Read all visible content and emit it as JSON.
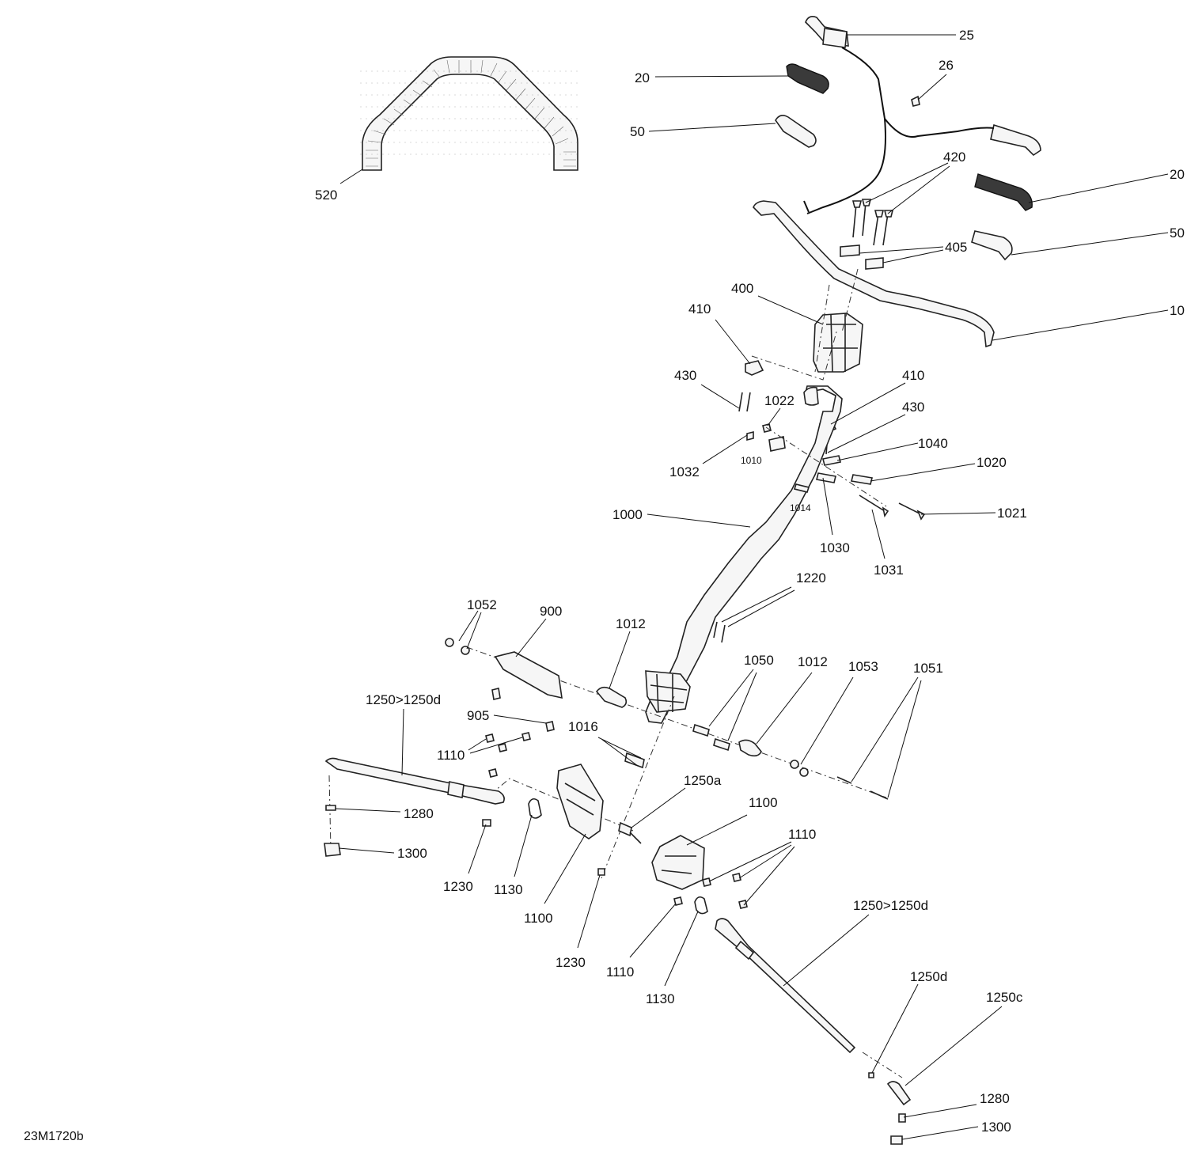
{
  "drawing_ref": "23M1720b",
  "parts": [
    {
      "id": "p25",
      "label": "25"
    },
    {
      "id": "p26",
      "label": "26"
    },
    {
      "id": "p20a",
      "label": "20"
    },
    {
      "id": "p20b",
      "label": "20"
    },
    {
      "id": "p50a",
      "label": "50"
    },
    {
      "id": "p50b",
      "label": "50"
    },
    {
      "id": "p420",
      "label": "420"
    },
    {
      "id": "p405",
      "label": "405"
    },
    {
      "id": "p10",
      "label": "10"
    },
    {
      "id": "p400",
      "label": "400"
    },
    {
      "id": "p410a",
      "label": "410"
    },
    {
      "id": "p410b",
      "label": "410"
    },
    {
      "id": "p430a",
      "label": "430"
    },
    {
      "id": "p430b",
      "label": "430"
    },
    {
      "id": "p1022",
      "label": "1022"
    },
    {
      "id": "p1040",
      "label": "1040"
    },
    {
      "id": "p1010",
      "label": "1010"
    },
    {
      "id": "p1032",
      "label": "1032"
    },
    {
      "id": "p1020",
      "label": "1020"
    },
    {
      "id": "p1014",
      "label": "1014"
    },
    {
      "id": "p1021",
      "label": "1021"
    },
    {
      "id": "p1000",
      "label": "1000"
    },
    {
      "id": "p1030",
      "label": "1030"
    },
    {
      "id": "p1031",
      "label": "1031"
    },
    {
      "id": "p1220",
      "label": "1220"
    },
    {
      "id": "p1052",
      "label": "1052"
    },
    {
      "id": "p900",
      "label": "900"
    },
    {
      "id": "p1012a",
      "label": "1012"
    },
    {
      "id": "p1050",
      "label": "1050"
    },
    {
      "id": "p1012b",
      "label": "1012"
    },
    {
      "id": "p1053",
      "label": "1053"
    },
    {
      "id": "p1051",
      "label": "1051"
    },
    {
      "id": "p1250a_top",
      "label": "1250>1250d"
    },
    {
      "id": "p905",
      "label": "905"
    },
    {
      "id": "p1016",
      "label": "1016"
    },
    {
      "id": "p1110a",
      "label": "1110"
    },
    {
      "id": "p1250a",
      "label": "1250a"
    },
    {
      "id": "p1100a",
      "label": "1100"
    },
    {
      "id": "p1110b",
      "label": "1110"
    },
    {
      "id": "p1280a",
      "label": "1280"
    },
    {
      "id": "p1300a",
      "label": "1300"
    },
    {
      "id": "p1230a",
      "label": "1230"
    },
    {
      "id": "p1130a",
      "label": "1130"
    },
    {
      "id": "p1100b",
      "label": "1100"
    },
    {
      "id": "p1250b_top",
      "label": "1250>1250d"
    },
    {
      "id": "p1230b",
      "label": "1230"
    },
    {
      "id": "p1110c",
      "label": "1110"
    },
    {
      "id": "p1130b",
      "label": "1130"
    },
    {
      "id": "p1250d",
      "label": "1250d"
    },
    {
      "id": "p1250c",
      "label": "1250c"
    },
    {
      "id": "p1280b",
      "label": "1280"
    },
    {
      "id": "p1300b",
      "label": "1300"
    },
    {
      "id": "p520",
      "label": "520"
    }
  ]
}
